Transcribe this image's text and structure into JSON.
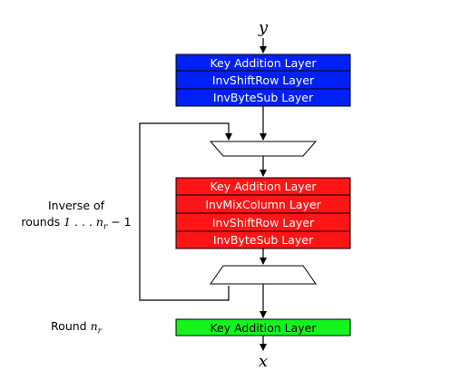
{
  "input_symbol": "y",
  "output_symbol": "x",
  "colors": {
    "blue": "#0021f5",
    "red": "#ff1515",
    "green": "#14f51e",
    "border": "#000000",
    "text_on_dark": "#ffffff",
    "text_on_light": "#000000"
  },
  "top_block": {
    "layers": [
      "Key Addition Layer",
      "InvShiftRow Layer",
      "InvByteSub Layer"
    ]
  },
  "round_block": {
    "layers": [
      "Key Addition Layer",
      "InvMixColumn Layer",
      "InvShiftRow Layer",
      "InvByteSub Layer"
    ]
  },
  "final_block": {
    "layers": [
      "Key Addition Layer"
    ]
  },
  "labels": {
    "inverse_line1": "Inverse of",
    "inverse_line2_prefix": "rounds ",
    "inverse_line2_math": "1 . . . n",
    "inverse_line2_sub": "r",
    "inverse_line2_suffix": " − 1",
    "final_round_prefix": "Round ",
    "final_round_math": "n",
    "final_round_sub": "r"
  }
}
